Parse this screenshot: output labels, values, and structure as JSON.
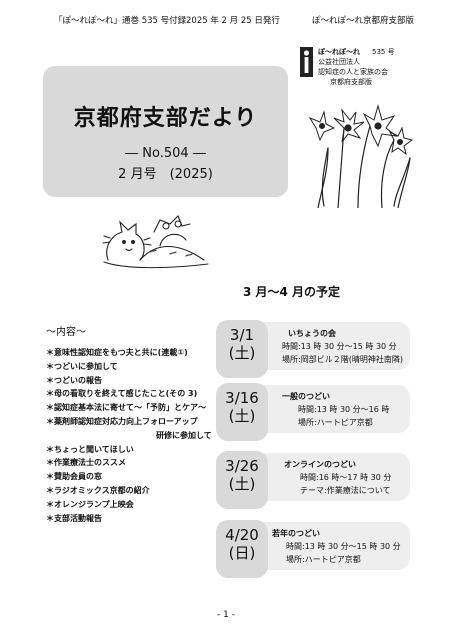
{
  "header": {
    "left": "「ぽ～れぽ～れ」通巻 535 号付録",
    "mid": "2025 年 2 月 25 日発行",
    "right": "ぽ～れぽ～れ京都府支部版"
  },
  "org": {
    "magazine": "ぽ～れぽ～れ",
    "issue": "535 号",
    "line1": "公益社団法人",
    "line2": "認知症の人と家族の会",
    "line3": "京都府支部版"
  },
  "title_block": {
    "title": "京都府支部だより",
    "issue_no": "― No.504 ―",
    "issue_month": "2 月号　(2025)"
  },
  "schedule": {
    "heading": "3 月～4 月の予定",
    "events": [
      {
        "date": "3/1",
        "dow": "(土)",
        "title": "いちょうの会",
        "lines": [
          "時間:13 時 30 分～15 時 30 分",
          "場所:岡部ビル２階(晴明神社南隣)"
        ]
      },
      {
        "date": "3/16",
        "dow": "(土)",
        "title": "一般のつどい",
        "lines": [
          "時間:13 時 30 分～16 時",
          "場所:ハートピア京都"
        ]
      },
      {
        "date": "3/26",
        "dow": "(土)",
        "title": "オンラインのつどい",
        "lines": [
          "時間:16 時～17 時 30 分",
          "テーマ:作業療法について"
        ]
      },
      {
        "date": "4/20",
        "dow": "(日)",
        "title": "若年のつどい",
        "lines": [
          "時間:13 時 30 分～15 時 30 分",
          "場所:ハートピア京都"
        ]
      }
    ]
  },
  "contents": {
    "heading": "～内容～",
    "items": [
      "＊意味性認知症をもつ夫と共に(連載①)",
      "＊つどいに参加して",
      "＊つどいの報告",
      "＊母の看取りを終えて感じたこと(その 3)",
      "＊認知症基本法に寄せて～「予防」とケア～",
      "＊薬剤師認知症対応力向上フォローアップ",
      "研修に参加して",
      "＊ちょっと聞いてほしい",
      "＊作業療法士のススメ",
      "＊賛助会員の窓",
      "＊ラジオミックス京都の紹介",
      "＊オレンジランプ上映会",
      "＊支部活動報告"
    ]
  },
  "footer": {
    "page": "- 1 -"
  }
}
